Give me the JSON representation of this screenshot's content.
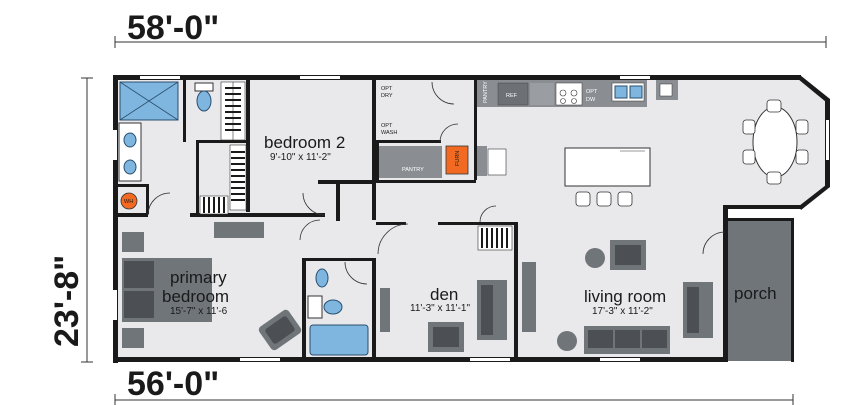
{
  "dimensions": {
    "top": "58'-0\"",
    "bottom": "56'-0\"",
    "side": "23'-8\""
  },
  "rooms": {
    "bedroom2": {
      "name": "bedroom 2",
      "size": "9'-10\" x 11'-2\""
    },
    "primary": {
      "name_line1": "primary",
      "name_line2": "bedroom",
      "size": "15'-7\" x 11'-6"
    },
    "den": {
      "name": "den",
      "size": "11'-3\" x 11'-1\""
    },
    "living": {
      "name": "living room",
      "size": "17'-3\" x 11'-2\""
    },
    "porch": {
      "name": "porch"
    }
  },
  "fixtures": {
    "opt_dry_1": "OPT",
    "opt_dry_2": "DRY",
    "opt_wash_1": "OPT",
    "opt_wash_2": "WASH",
    "pantry_small": "PANTRY",
    "ref": "REF",
    "opt_dw_1": "OPT",
    "opt_dw_2": "DW",
    "pantry": "PANTRY",
    "furn": "FURN",
    "wh": "WH"
  },
  "colors": {
    "wall": "#1a1a1a",
    "floor": "#e9e9ec",
    "furniture": "#707579",
    "water": "#7fb6e0",
    "furnace": "#f26a21",
    "porch": "#707579"
  }
}
